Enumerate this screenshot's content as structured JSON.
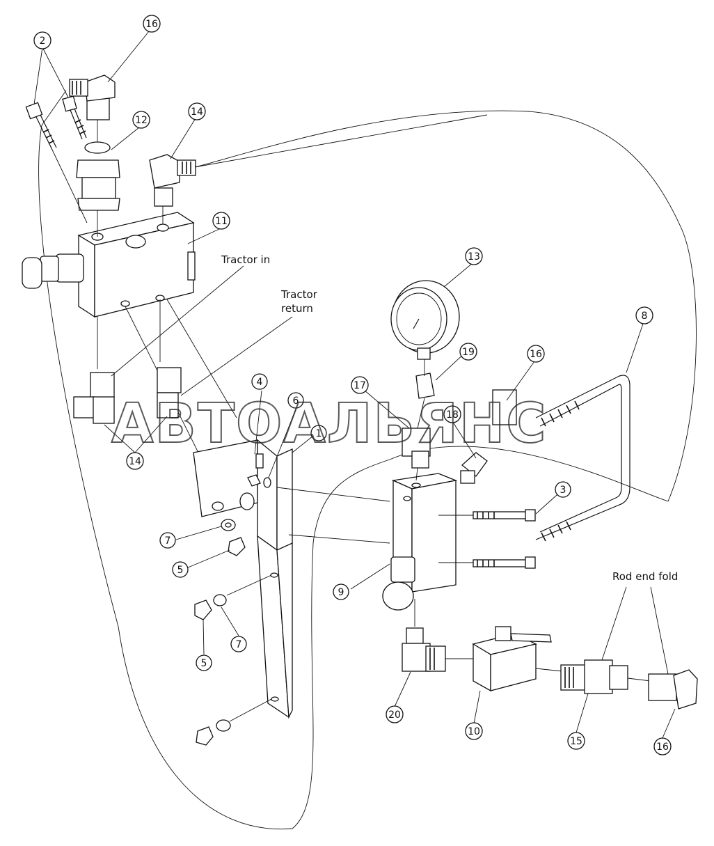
{
  "watermark": "АВТОАЛЬЯНС",
  "labels": {
    "tractor_in": "Tractor in",
    "tractor_return_1": "Tractor",
    "tractor_return_2": "return",
    "rod_end_fold": "Rod end fold"
  },
  "callouts": {
    "c16a": "16",
    "c2": "2",
    "c12": "12",
    "c14a": "14",
    "c11": "11",
    "c13": "13",
    "c8": "8",
    "c19": "19",
    "c16b": "16",
    "c17": "17",
    "c18": "18",
    "c4": "4",
    "c6": "6",
    "c1": "1",
    "c14b": "14",
    "c3": "3",
    "c7a": "7",
    "c5a": "5",
    "c9": "9",
    "c7b": "7",
    "c5b": "5",
    "c20": "20",
    "c10": "10",
    "c15": "15",
    "c16c": "16"
  }
}
